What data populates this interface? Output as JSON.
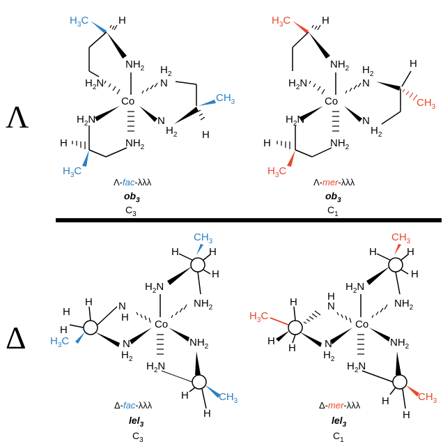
{
  "colors": {
    "blue": "#2b7fc1",
    "red": "#e8472c",
    "black": "#000000"
  },
  "rows": {
    "lambda": "Λ",
    "delta": "Δ"
  },
  "captions": {
    "lfac": {
      "prefix": "Λ-",
      "tag": "fac",
      "suffix": "-λλλ",
      "name_base": "ob",
      "name_sub": "3",
      "sym_base": "C",
      "sym_sub": "3"
    },
    "lmer": {
      "prefix": "Λ-",
      "tag": "mer",
      "suffix": "-λλλ",
      "name_base": "ob",
      "name_sub": "3",
      "sym_base": "C",
      "sym_sub": "1"
    },
    "dfac": {
      "prefix": "Δ-",
      "tag": "fac",
      "suffix": "-λλλ",
      "name_base": "lel",
      "name_sub": "3",
      "sym_base": "C",
      "sym_sub": "3"
    },
    "dmer": {
      "prefix": "Δ-",
      "tag": "mer",
      "suffix": "-λλλ",
      "name_base": "lel",
      "name_sub": "3",
      "sym_base": "C",
      "sym_sub": "1"
    }
  },
  "atoms": {
    "metal": "Co",
    "amine": "NH",
    "amine_sub": "2",
    "h": "H",
    "methyl_c": "CH",
    "methyl_sub": "3",
    "h3c_h": "H",
    "h3c_sub": "3",
    "h3c_c": "C"
  }
}
